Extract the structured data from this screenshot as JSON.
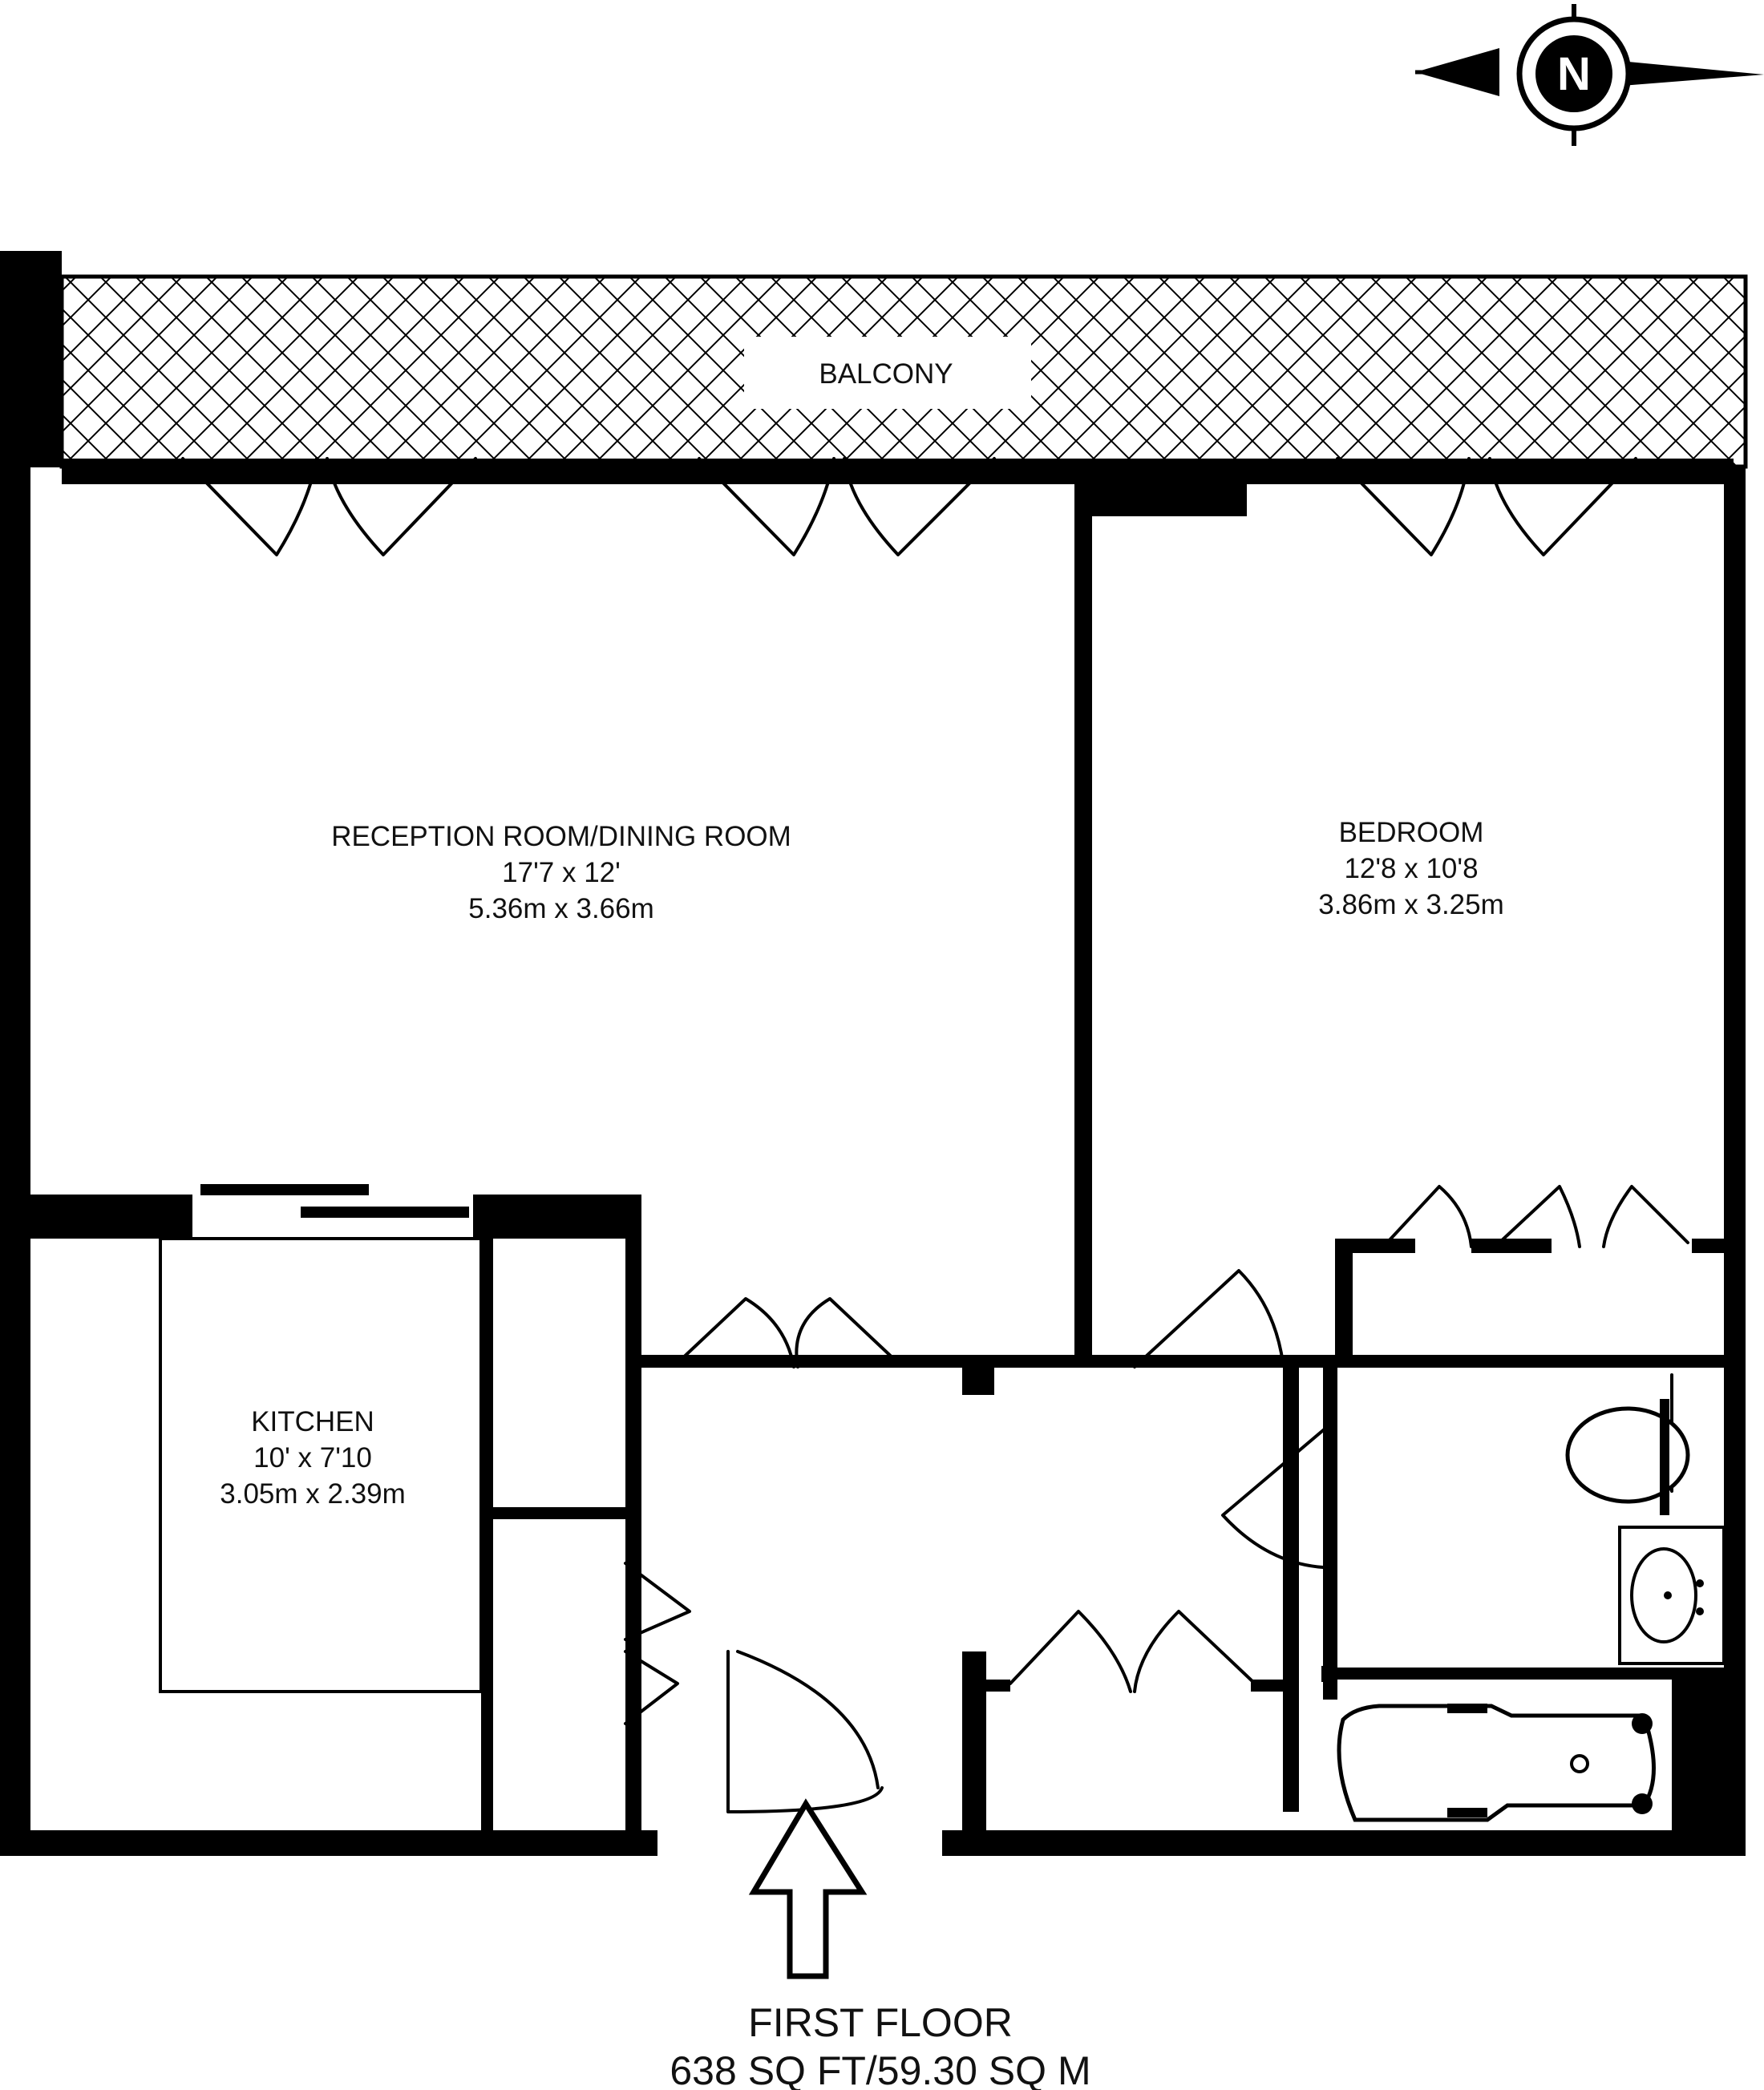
{
  "compass": {
    "letter": "N",
    "icon": "compass-north-icon"
  },
  "balcony": {
    "label": "BALCONY"
  },
  "rooms": {
    "reception": {
      "name": "RECEPTION ROOM/DINING ROOM",
      "imperial": "17'7 x 12'",
      "metric": "5.36m x 3.66m"
    },
    "bedroom": {
      "name": "BEDROOM",
      "imperial": "12'8 x 10'8",
      "metric": "3.86m x 3.25m"
    },
    "kitchen": {
      "name": "KITCHEN",
      "imperial": "10' x 7'10",
      "metric": "3.05m x 2.39m"
    }
  },
  "entrance": {
    "icon": "entrance-arrow-icon"
  },
  "footer": {
    "floor": "FIRST FLOOR",
    "area": "638 SQ FT/59.30 SQ M"
  },
  "colors": {
    "wall": "#000000",
    "background": "#ffffff"
  }
}
